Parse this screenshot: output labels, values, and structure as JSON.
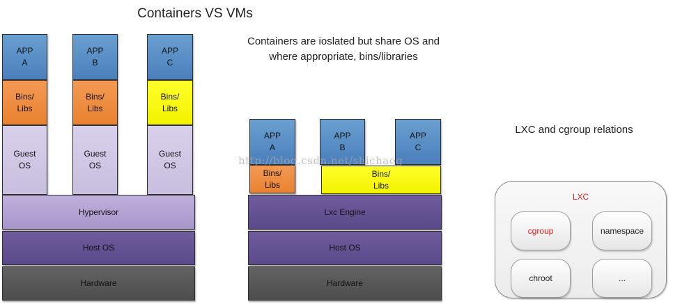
{
  "title": "Containers VS VMs",
  "containers_note": "Containers are ioslated but share OS and\nwhere appropriate, bins/libraries",
  "lxc_heading": "LXC and cgroup relations",
  "watermark": "http://blog.csdn.net/shichaog",
  "vm_stack": {
    "apps": [
      "APP\nA",
      "APP\nB",
      "APP\nC"
    ],
    "bins": [
      "Bins/\nLibs",
      "Bins/\nLibs",
      "Bins/\nLibs"
    ],
    "guests": [
      "Guest\nOS",
      "Guest\nOS",
      "Guest\nOS"
    ],
    "hypervisor": "Hypervisor",
    "host_os": "Host OS",
    "hardware": "Hardware"
  },
  "container_stack": {
    "apps": [
      "APP\nA",
      "APP\nB",
      "APP\nC"
    ],
    "bins_a": "Bins/\nLibs",
    "bins_shared": "Bins/\nLibs",
    "engine": "Lxc Engine",
    "host_os": "Host OS",
    "hardware": "Hardware"
  },
  "lxc_diagram": {
    "label": "LXC",
    "cgroup": "cgroup",
    "namespace": "namespace",
    "chroot": "chroot",
    "more": "..."
  },
  "colors": {
    "app": "#4a7fbc",
    "bins_orange": "#e9812f",
    "bins_yellow": "#f2f200",
    "guest_os": "#c8bedf",
    "hypervisor": "#a795c9",
    "host_os": "#5b4a8b",
    "hardware": "#4d4d4d",
    "lxc_red": "#e01b1b"
  }
}
